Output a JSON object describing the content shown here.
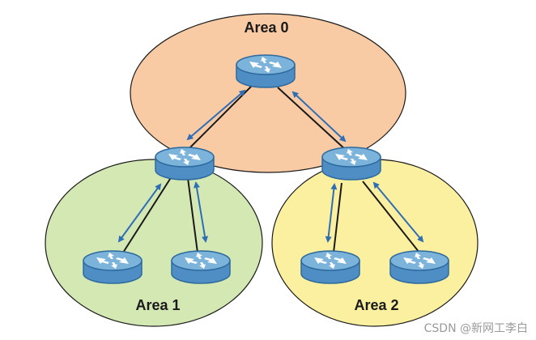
{
  "areas": [
    {
      "id": "area-0",
      "label": "Area 0",
      "fill": "#F9CBA5",
      "stroke": "#1a1a1a"
    },
    {
      "id": "area-1",
      "label": "Area 1",
      "fill": "#D4E8B4",
      "stroke": "#1a1a1a"
    },
    {
      "id": "area-2",
      "label": "Area 2",
      "fill": "#FBF0A0",
      "stroke": "#1a1a1a"
    }
  ],
  "router": {
    "top": "#7BB3DB",
    "body": "#4E8EC4",
    "edge": "#2E6A9E",
    "symbol": "#ffffff"
  },
  "links": {
    "line": "#1a1a1a",
    "arrow": "#2F6DB5"
  },
  "watermark": "CSDN @新网工李白"
}
